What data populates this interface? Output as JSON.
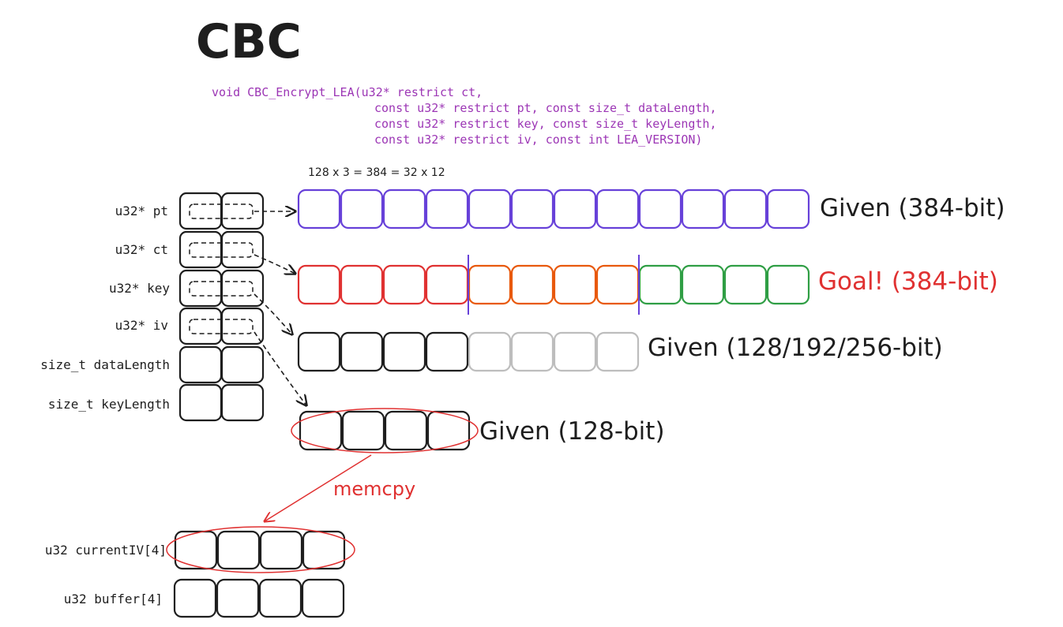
{
  "title": "CBC",
  "signature": [
    "void CBC_Encrypt_LEA(u32* restrict ct,",
    "const u32* restrict pt, const size_t dataLength,",
    "const u32* restrict key, const size_t keyLength,",
    "const u32* restrict iv, const int LEA_VERSION)"
  ],
  "equation": "128 x 3 = 384 = 32 x 12",
  "params": [
    {
      "name": "u32* pt",
      "key": "pt",
      "pointer": true
    },
    {
      "name": "u32* ct",
      "key": "ct",
      "pointer": true
    },
    {
      "name": "u32* key",
      "key": "key",
      "pointer": true
    },
    {
      "name": "u32* iv",
      "key": "iv",
      "pointer": true
    },
    {
      "name": "size_t dataLength",
      "key": "dataLength",
      "pointer": false
    },
    {
      "name": "size_t keyLength",
      "key": "keyLength",
      "pointer": false
    }
  ],
  "arrays": [
    {
      "id": "pt",
      "label": "Given (384-bit)",
      "label_color": "#1e1e1e",
      "cells": 12,
      "cell_colors": [
        "#6741d9",
        "#6741d9",
        "#6741d9",
        "#6741d9",
        "#6741d9",
        "#6741d9",
        "#6741d9",
        "#6741d9",
        "#6741d9",
        "#6741d9",
        "#6741d9",
        "#6741d9"
      ]
    },
    {
      "id": "ct",
      "label": "Goal! (384-bit)",
      "label_color": "#e03131",
      "cells": 12,
      "cell_colors": [
        "#e03131",
        "#e03131",
        "#e03131",
        "#e03131",
        "#e8590c",
        "#e8590c",
        "#e8590c",
        "#e8590c",
        "#2f9e44",
        "#2f9e44",
        "#2f9e44",
        "#2f9e44"
      ],
      "dividers_after": [
        4,
        8
      ],
      "divider_color": "#6741d9"
    },
    {
      "id": "key",
      "label": "Given (128/192/256-bit)",
      "label_color": "#1e1e1e",
      "cells": 8,
      "cell_colors": [
        "#1e1e1e",
        "#1e1e1e",
        "#1e1e1e",
        "#1e1e1e",
        "#bdbdbd",
        "#bdbdbd",
        "#bdbdbd",
        "#bdbdbd"
      ]
    },
    {
      "id": "iv",
      "label": "Given (128-bit)",
      "label_color": "#1e1e1e",
      "cells": 4,
      "cell_colors": [
        "#1e1e1e",
        "#1e1e1e",
        "#1e1e1e",
        "#1e1e1e"
      ],
      "circled": true
    }
  ],
  "memcpy_label": "memcpy",
  "locals": [
    {
      "name": "u32 currentIV[4]",
      "cells": 4,
      "circled": true
    },
    {
      "name": "u32 buffer[4]",
      "cells": 4,
      "circled": false
    }
  ],
  "colors": {
    "ink": "#1e1e1e",
    "code": "#9c36b5",
    "accent_red": "#e03131"
  }
}
